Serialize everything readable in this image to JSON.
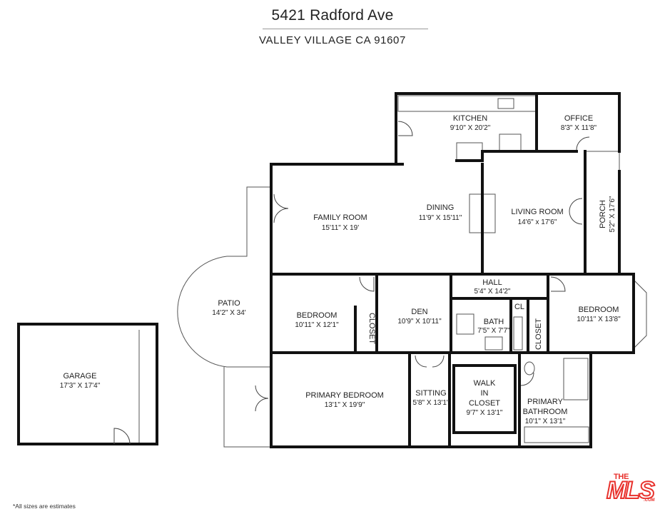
{
  "header": {
    "address": "5421 Radford Ave",
    "city": "VALLEY VILLAGE CA 91607"
  },
  "rooms": {
    "kitchen": {
      "name": "KITCHEN",
      "size": "9'10\" X 20'2\""
    },
    "office": {
      "name": "OFFICE",
      "size": "8'3\" X 11'8\""
    },
    "family_room": {
      "name": "FAMILY ROOM",
      "size": "15'11\" X 19'"
    },
    "dining": {
      "name": "DINING",
      "size": "11'9\" X 15'11\""
    },
    "living_room": {
      "name": "LIVING ROOM",
      "size": "14'6\" x 17'6\""
    },
    "porch": {
      "name": "PORCH",
      "size": "5'2\" X 17'6\""
    },
    "patio": {
      "name": "PATIO",
      "size": "14'2\" X 34'"
    },
    "hall": {
      "name": "HALL",
      "size": "5'4\" X 14'2\""
    },
    "bedroom_west": {
      "name": "BEDROOM",
      "size": "10'11\" X 12'1\""
    },
    "closet_west": {
      "name": "CLOSET"
    },
    "den": {
      "name": "DEN",
      "size": "10'9\" X 10'11\""
    },
    "cl": {
      "name": "CL"
    },
    "bath": {
      "name": "BATH",
      "size": "7'5\" X 7'7\""
    },
    "closet_east": {
      "name": "CLOSET"
    },
    "bedroom_east": {
      "name": "BEDROOM",
      "size": "10'11\" X 13'8\""
    },
    "garage": {
      "name": "GARAGE",
      "size": "17'3\" X 17'4\""
    },
    "primary_bedroom": {
      "name": "PRIMARY BEDROOM",
      "size": "13'1\" X 19'9\""
    },
    "sitting": {
      "name": "SITTING",
      "size": "5'8\" X 13'1\""
    },
    "walk_in_closet": {
      "line1": "WALK",
      "line2": "IN",
      "line3": "CLOSET",
      "size": "9'7\" X 13'1\""
    },
    "primary_bathroom": {
      "line1": "PRIMARY",
      "line2": "BATHROOM",
      "size": "10'1\" X 13'1\""
    }
  },
  "footer": {
    "note": "*All sizes are estimates",
    "logo_the": "THE",
    "logo_mls": "MLS",
    "logo_com": ".COM"
  },
  "colors": {
    "wall": "#111111",
    "logo_red": "#e8322d"
  }
}
